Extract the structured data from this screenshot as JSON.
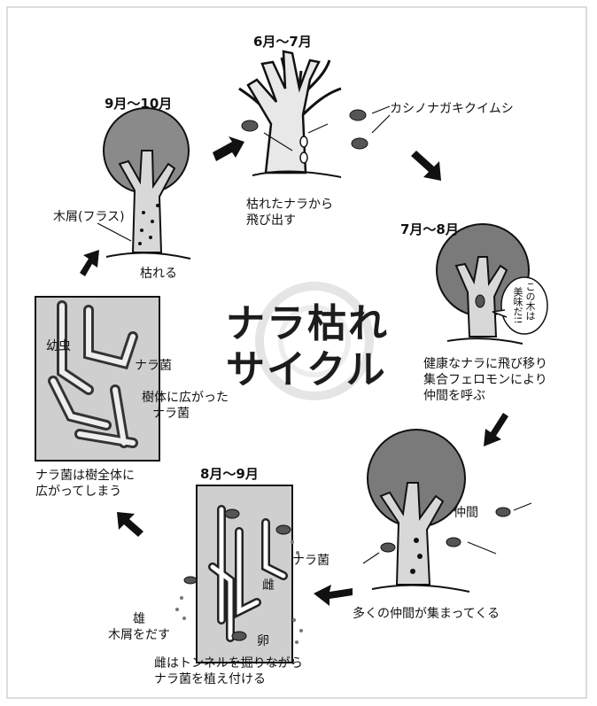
{
  "title": {
    "line1": "ナラ枯れ",
    "line2": "サイクル"
  },
  "stages": [
    {
      "id": "stage-june-july",
      "period": "6月～7月",
      "captions": [
        "枯れたナラから",
        "飛び出す"
      ],
      "annotation": "カシノナガキクイムシ"
    },
    {
      "id": "stage-july-aug",
      "period": "7月～8月",
      "captions": [
        "健康なナラに飛び移り",
        "集合フェロモンにより",
        "仲間を呼ぶ"
      ],
      "speech_bubble": [
        "この木は",
        "美味だ!!"
      ]
    },
    {
      "id": "stage-gathering",
      "annotation": "仲間",
      "caption": "多くの仲間が集まってくる"
    },
    {
      "id": "stage-aug-sep",
      "period": "8月～9月",
      "labels": {
        "fungus": "ナラ菌",
        "female": "雌",
        "egg": "卵",
        "male": [
          "雄",
          "木屑をだす"
        ]
      },
      "captions": [
        "雌はトンネルを掘りながら",
        "ナラ菌を植え付ける"
      ]
    },
    {
      "id": "stage-fungus-spread",
      "labels": {
        "larva": "幼虫",
        "fungus": "ナラ菌",
        "spread": [
          "樹体に広がった",
          "ナラ菌"
        ]
      },
      "captions": [
        "ナラ菌は樹全体に",
        "広がってしまう"
      ]
    },
    {
      "id": "stage-sep-oct",
      "period": "9月～10月",
      "labels": {
        "frass": "木屑(フラス)",
        "dies": "枯れる"
      }
    }
  ],
  "colors": {
    "ink": "#111111",
    "canopy": "#7a7a7a",
    "trunk": "#d8d8d8",
    "paper": "#ffffff"
  }
}
